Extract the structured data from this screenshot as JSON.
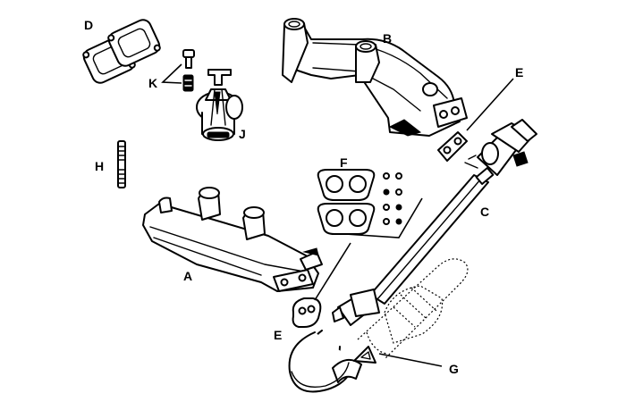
{
  "diagram": {
    "labels": {
      "a": "A",
      "b": "B",
      "c": "C",
      "d": "D",
      "e_upper": "E",
      "e_lower": "E",
      "f": "F",
      "g": "G",
      "h": "H",
      "j": "J",
      "k": "K"
    }
  }
}
